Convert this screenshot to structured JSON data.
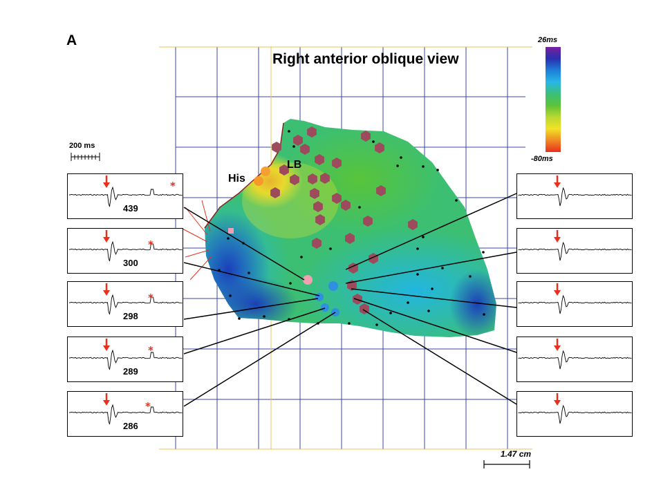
{
  "figure": {
    "panel_label": "A",
    "title": "Right anterior oblique view",
    "color_scale": {
      "max_label": "26ms",
      "min_label": "-80ms",
      "stops": [
        "#7a1fa0",
        "#2a2fb0",
        "#1e7ed8",
        "#29b6e6",
        "#39c07a",
        "#5cc23a",
        "#b8d832",
        "#f2e228",
        "#f08a24",
        "#e8301c"
      ]
    },
    "time_scale_label": "200 ms",
    "distance_scale_label": "1.47 cm",
    "anatomy_labels": {
      "his": "His",
      "lb": "LB"
    },
    "left_electrograms": [
      {
        "number": "439",
        "star": "*"
      },
      {
        "number": "300",
        "star": "*"
      },
      {
        "number": "298",
        "star": "*"
      },
      {
        "number": "289",
        "star": "*"
      },
      {
        "number": "286",
        "star": "*"
      }
    ],
    "right_electrogram_count": 5,
    "colors": {
      "grid_line": "#2e3a9e",
      "arrow": "#e8301c",
      "ablation_point": "#9c4a5c",
      "his_marker": "#f59a2a",
      "blue_marker": "#2f8fe0",
      "pink_marker": "#f0a0b0"
    }
  }
}
